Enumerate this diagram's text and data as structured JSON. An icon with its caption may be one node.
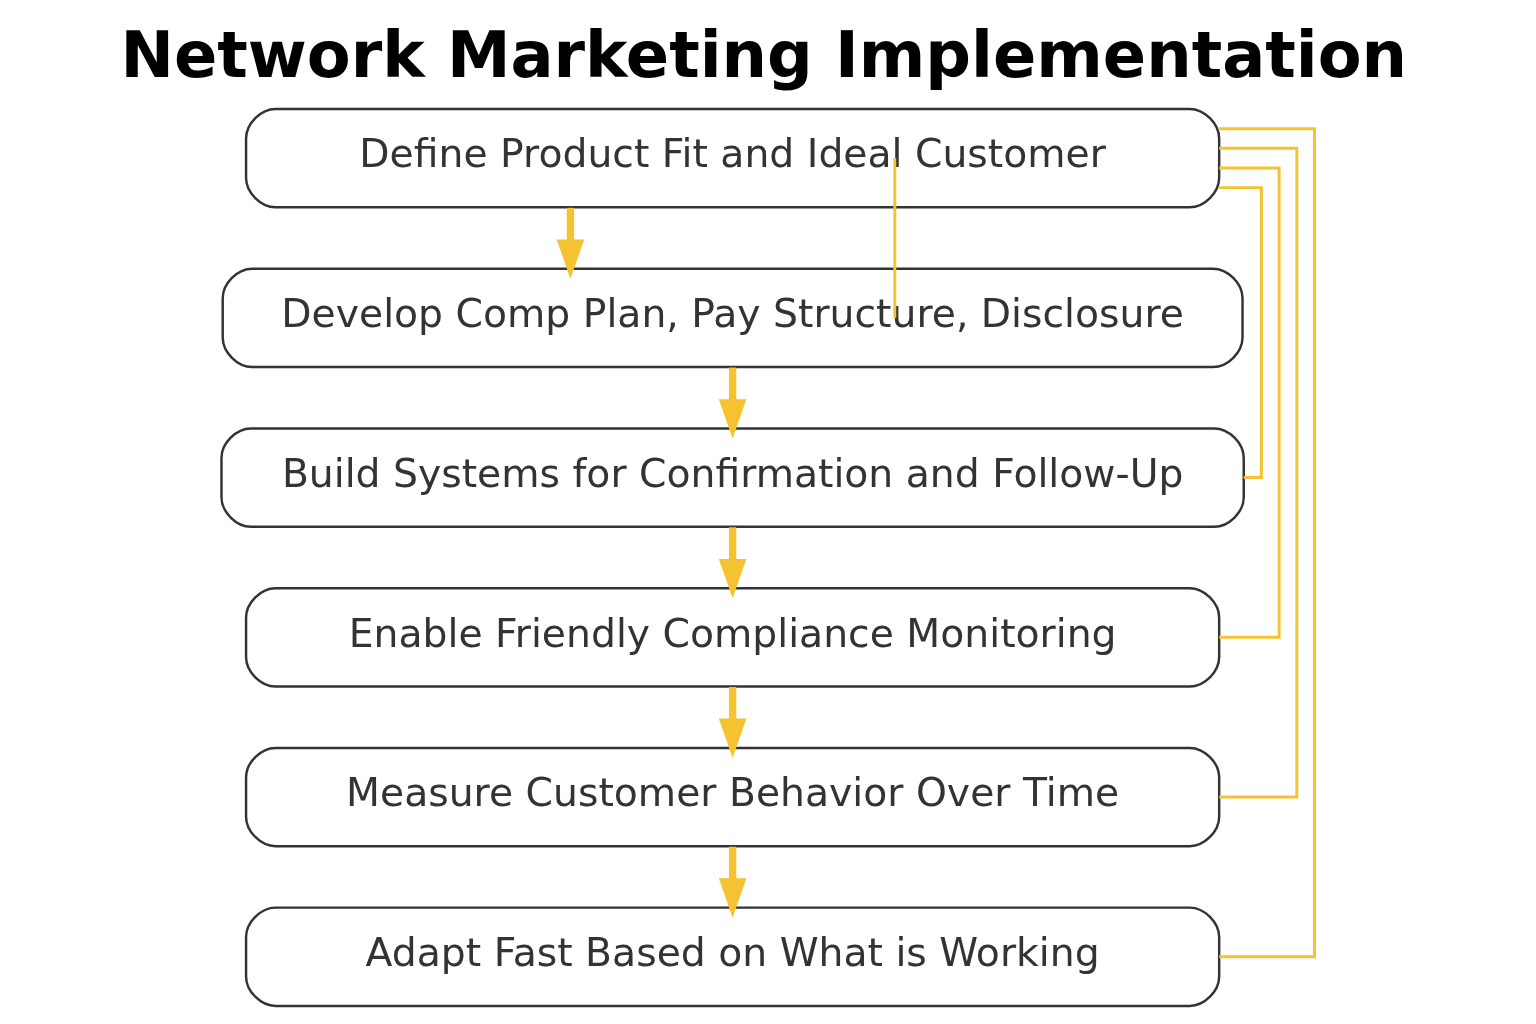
{
  "diagram": {
    "title": "Network Marketing Implementation",
    "nodes": [
      {
        "text": [
          "Define Product Fit and Ideal Customer"
        ]
      },
      {
        "text": [
          "Develop Comp Plan, Pay Structure, Disclosure"
        ]
      },
      {
        "text": [
          "Build Systems for Confirmation and Follow-Up"
        ]
      },
      {
        "text": [
          "Enable Friendly Compliance Monitoring"
        ]
      },
      {
        "text": [
          "Measure Customer Behavior Over Time"
        ]
      },
      {
        "text": [
          "Adapt Fast Based on What is Working"
        ]
      }
    ],
    "edges": [
      {
        "from": 0,
        "to": 1,
        "arrow": "to",
        "style": "thick"
      },
      {
        "from": 1,
        "to": 2,
        "arrow": "to",
        "style": "thick"
      },
      {
        "from": 2,
        "to": 3,
        "arrow": "to",
        "style": "thick"
      },
      {
        "from": 3,
        "to": 4,
        "arrow": "to",
        "style": "thick"
      },
      {
        "from": 4,
        "to": 5,
        "arrow": "to",
        "style": "thick"
      },
      {
        "from": 0,
        "to": 1,
        "arrow": "none"
      },
      {
        "from": 0,
        "to": 2,
        "arrow": "none"
      },
      {
        "from": 0,
        "to": 3,
        "arrow": "none"
      },
      {
        "from": 0,
        "to": 4,
        "arrow": "none"
      },
      {
        "from": 0,
        "to": 5,
        "arrow": "none"
      }
    ]
  }
}
